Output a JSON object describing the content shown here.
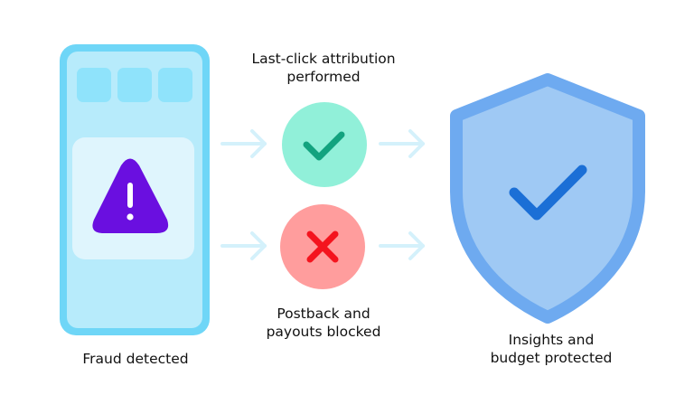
{
  "labels": {
    "attribution": [
      "Last-click attribution",
      "performed"
    ],
    "blocked": [
      "Postback and",
      "payouts blocked"
    ],
    "fraud": "Fraud detected",
    "protected": [
      "Insights and",
      "budget protected"
    ]
  },
  "colors": {
    "phone_frame": "#6fd6f7",
    "phone_screen": "#b7ebfb",
    "phone_tile": "#8fe3fb",
    "phone_card": "#dff5fd",
    "warning": "#6a0fe0",
    "arrow": "#d4f1fb",
    "success_circle": "#91f0d9",
    "success_check": "#13a37f",
    "error_circle": "#ff9d9d",
    "error_cross": "#f4141e",
    "shield_outer": "#6eaaf0",
    "shield_inner": "#9fc9f4",
    "shield_check": "#1b6fd6"
  },
  "icons": [
    "phone-icon",
    "warning-icon",
    "arrow-right-icon",
    "check-icon",
    "cross-icon",
    "shield-check-icon"
  ]
}
